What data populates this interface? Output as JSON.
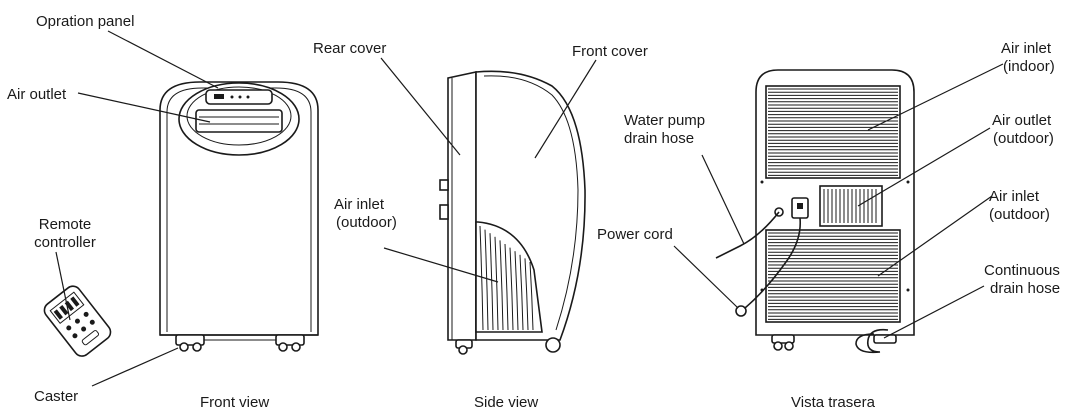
{
  "labels": {
    "operation_panel": "Opration panel",
    "air_outlet": "Air outlet",
    "remote_controller_1": "Remote",
    "remote_controller_2": "controller",
    "caster": "Caster",
    "rear_cover": "Rear cover",
    "front_cover": "Front cover",
    "air_inlet_outdoor_side_1": "Air inlet",
    "air_inlet_outdoor_side_2": "(outdoor)",
    "water_pump_1": "Water pump",
    "water_pump_2": "drain hose",
    "power_cord": "Power cord",
    "air_inlet_indoor_1": "Air inlet",
    "air_inlet_indoor_2": "(indoor)",
    "air_outlet_outdoor_1": "Air outlet",
    "air_outlet_outdoor_2": "(outdoor)",
    "air_inlet_outdoor_rear_1": "Air inlet",
    "air_inlet_outdoor_rear_2": "(outdoor)",
    "continuous_drain_1": "Continuous",
    "continuous_drain_2": "drain hose"
  },
  "captions": {
    "front": "Front view",
    "side": "Side view",
    "rear": "Vista trasera"
  }
}
